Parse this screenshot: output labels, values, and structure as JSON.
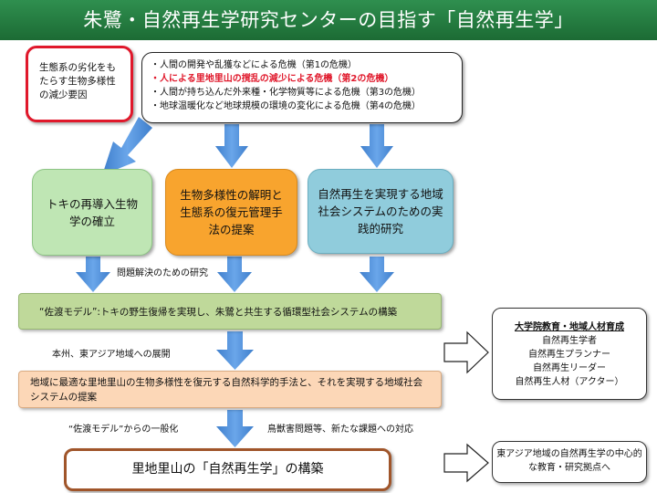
{
  "title": "朱鷺・自然再生学研究センターの目指す「自然再生学」",
  "factor": {
    "text": "生態系の劣化をもたらす生物多様性の減少要因"
  },
  "crises": [
    {
      "text": "・人間の開発や乱獲などによる危機（第1の危機）",
      "highlight": false
    },
    {
      "text": "・人による里地里山の撹乱の減少による危機（第2の危機）",
      "highlight": true
    },
    {
      "text": "・人間が持ち込んだ外来種・化学物質等による危機（第3の危機）",
      "highlight": false
    },
    {
      "text": "・地球温暖化など地球規模の環境の変化による危機（第4の危機）",
      "highlight": false
    }
  ],
  "mid_boxes": {
    "green": "トキの再導入生物学の確立",
    "orange": "生物多様性の解明と生態系の復元管理手法の提案",
    "teal": "自然再生を実現する地域社会システムのための実践的研究"
  },
  "labels": {
    "problem_solving": "問題解決のための研究",
    "expansion": "本州、東アジア地域への展開",
    "generalization": "“佐渡モデル”からの一般化",
    "new_issues": "鳥獣害問題等、新たな課題への対応"
  },
  "sado_model": "“佐渡モデル”:トキの野生復帰を実現し、朱鷺と共生する循環型社会システムの構築",
  "proposal": "地域に最適な里地里山の生物多様性を復元する自然科学的手法と、それを実現する地域社会システムの提案",
  "final": "里地里山の「自然再生学」の構築",
  "education": {
    "heading": "大学院教育・地域人材育成",
    "items": [
      "自然再生学者",
      "自然再生プランナー",
      "自然再生リーダー",
      "自然再生人材（アクター）"
    ]
  },
  "hub": "東アジア地域の自然再生学の中心的な教育・研究拠点へ",
  "colors": {
    "title_bar": "#1f7a3c",
    "arrow_blue": "#4f8fd9",
    "red_accent": "#e0182b",
    "green_box": "#bfe6b4",
    "orange_box": "#f8a42e",
    "teal_box": "#90ccdc",
    "sado_box": "#bfd99a",
    "proposal_box": "#fcd7b7",
    "final_border": "#a0552a"
  }
}
